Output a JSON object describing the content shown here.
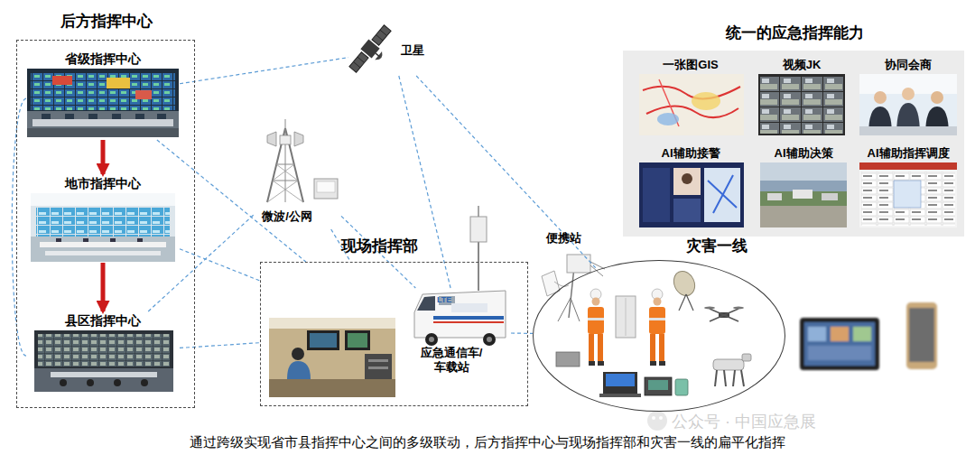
{
  "diagram": {
    "caption": "通过跨级实现省市县指挥中心之间的多级联动，后方指挥中心与现场指挥部和灾害一线的扁平化指挥",
    "nodes": [
      {
        "text": [
          "后方指挥中心"
        ]
      },
      {
        "text": [
          "省级指挥中心"
        ],
        "in": 0
      },
      {
        "text": [
          "地市指挥中心"
        ],
        "in": 0
      },
      {
        "text": [
          "县区指挥中心"
        ],
        "in": 0
      },
      {
        "text": [
          "卫星"
        ]
      },
      {
        "text": [
          "微波/公网"
        ]
      },
      {
        "text": [
          "现场指挥部"
        ]
      },
      {
        "text": [
          "应急通信车/车载站"
        ],
        "in": 6
      },
      {
        "text": [
          "便携站"
        ]
      },
      {
        "text": [
          "灾害一线"
        ]
      },
      {
        "text": [
          "统一的应急指挥能力"
        ]
      },
      {
        "text": [
          "一张图GIS"
        ],
        "in": 10
      },
      {
        "text": [
          "视频JK"
        ],
        "in": 10
      },
      {
        "text": [
          "协同会商"
        ],
        "in": 10
      },
      {
        "text": [
          "AI辅助接警"
        ],
        "in": 10
      },
      {
        "text": [
          "AI辅助决策"
        ],
        "in": 10
      },
      {
        "text": [
          "AI辅助指挥调度"
        ],
        "in": 10
      }
    ],
    "edges": [
      {
        "from": 1,
        "to": 2,
        "arrow": "to"
      },
      {
        "from": 2,
        "to": 3,
        "arrow": "to"
      },
      {
        "from": 1,
        "to": 4,
        "arrow": "none"
      },
      {
        "from": 1,
        "to": 6,
        "arrow": "none"
      },
      {
        "from": 2,
        "to": 6,
        "arrow": "none"
      },
      {
        "from": 3,
        "to": 6,
        "arrow": "none"
      },
      {
        "from": 1,
        "to": 3,
        "arrow": "none"
      },
      {
        "from": 3,
        "to": 5,
        "arrow": "none"
      },
      {
        "from": 5,
        "to": 6,
        "arrow": "none"
      },
      {
        "from": 4,
        "to": 7,
        "arrow": "none"
      },
      {
        "from": 5,
        "to": 7,
        "arrow": "none"
      },
      {
        "from": 4,
        "to": 9,
        "arrow": "none"
      },
      {
        "from": 7,
        "to": 9,
        "arrow": "none"
      }
    ],
    "labels": [
      "LTE",
      "公众号 · 中国应急展"
    ]
  }
}
